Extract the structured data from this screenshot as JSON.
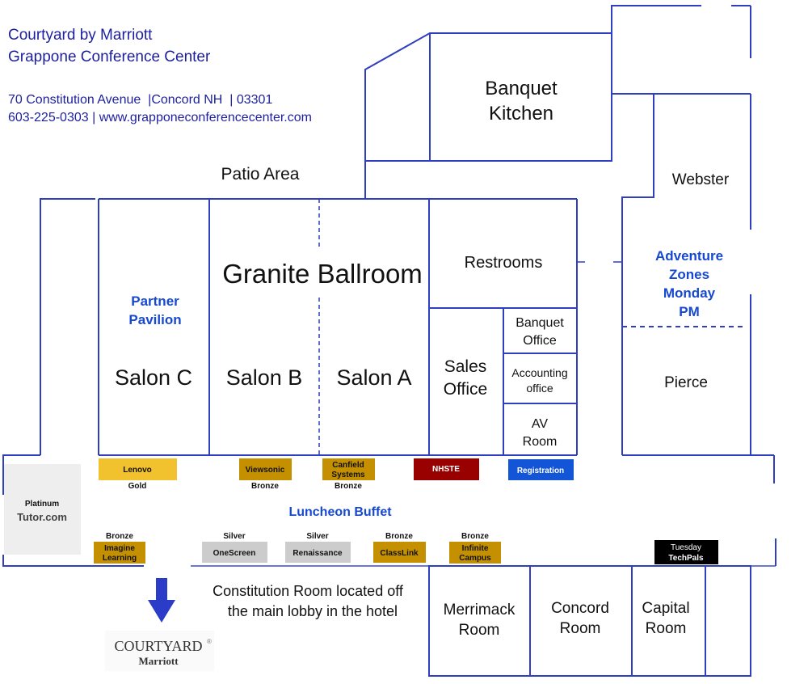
{
  "header": {
    "line1": "Courtyard by Marriott",
    "line2": "Grappone Conference Center",
    "address": "70 Constitution Avenue  |Concord NH  | 03301",
    "contact": "603-225-0303 | www.grapponeconferencecenter.com"
  },
  "colors": {
    "wall": "#2f3fbf",
    "header_text": "#1d1fa0",
    "highlight_text": "#1748d0",
    "gold": "#f2c12e",
    "bronze": "#c49000",
    "silver": "#cccccc",
    "platinum": "#eeeeee",
    "nhste": "#990000",
    "registration": "#1255d6",
    "techpals": "#000000"
  },
  "rooms": {
    "banquet_kitchen": [
      "Banquet",
      "Kitchen"
    ],
    "patio_area": "Patio Area",
    "webster": "Webster",
    "granite_ballroom": "Granite Ballroom",
    "salon_c": "Salon C",
    "salon_b": "Salon B",
    "salon_a": "Salon A",
    "restrooms": "Restrooms",
    "banquet_office": [
      "Banquet",
      "Office"
    ],
    "accounting_office": [
      "Accounting",
      "office"
    ],
    "av_room": [
      "AV",
      "Room"
    ],
    "sales_office": [
      "Sales",
      "Office"
    ],
    "pierce": "Pierce",
    "merrimack_room": [
      "Merrimack",
      "Room"
    ],
    "concord_room": [
      "Concord",
      "Room"
    ],
    "capital_room": [
      "Capital",
      "Room"
    ]
  },
  "areas": {
    "partner_pavilion": [
      "Partner",
      "Pavilion"
    ],
    "adventure_zones": [
      "Adventure",
      "Zones",
      "Monday",
      "PM"
    ],
    "luncheon_buffet": "Luncheon Buffet"
  },
  "booths": {
    "lenovo": {
      "name": [
        "Lenovo"
      ],
      "tier": "Gold"
    },
    "viewsonic": {
      "name": [
        "Viewsonic"
      ],
      "tier": "Bronze"
    },
    "canfield": {
      "name": [
        "Canfield",
        "Systems"
      ],
      "tier": "Bronze"
    },
    "nhste": {
      "name": [
        "NHSTE"
      ]
    },
    "registration": {
      "name": [
        "Registration"
      ]
    },
    "tutor": {
      "tier": "Platinum",
      "name": "Tutor.com"
    },
    "imagine_learning": {
      "name": [
        "Imagine",
        "Learning"
      ],
      "tier": "Bronze"
    },
    "onescreen": {
      "name": [
        "OneScreen"
      ],
      "tier": "Silver"
    },
    "renaissance": {
      "name": [
        "Renaissance"
      ],
      "tier": "Silver"
    },
    "classlink": {
      "name": [
        "ClassLink"
      ],
      "tier": "Bronze"
    },
    "infinite_campus": {
      "name": [
        "Infinite",
        "Campus"
      ],
      "tier": "Bronze"
    },
    "techpals": {
      "name": [
        "Tuesday",
        "TechPals"
      ]
    }
  },
  "note": [
    "Constitution Room located off",
    "the main lobby in the hotel"
  ],
  "logo": {
    "brand": "COURTYARD",
    "registered": "®",
    "sub": "Marriott"
  }
}
